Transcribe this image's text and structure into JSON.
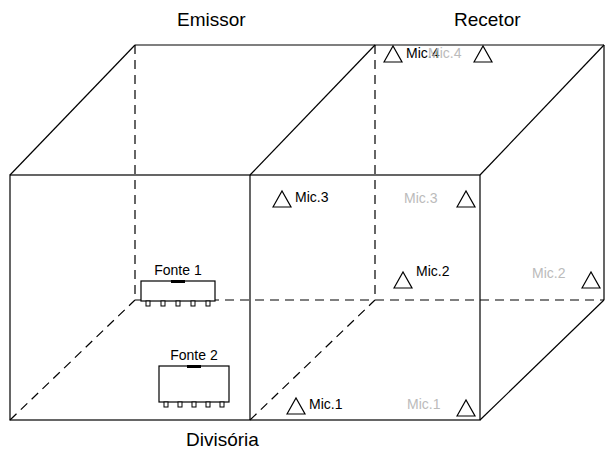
{
  "diagram": {
    "nodes": [
      {
        "text": [
          "Fonte 1"
        ]
      },
      {
        "text": [
          "Fonte 2"
        ]
      }
    ],
    "labels": [
      "Emissor",
      "Recetor",
      "Mic.4",
      "Mic.4",
      "Mic.3",
      "Mic.3",
      "Mic.2",
      "Mic.2",
      "Mic.1",
      "Mic.1",
      "Divisória"
    ]
  }
}
